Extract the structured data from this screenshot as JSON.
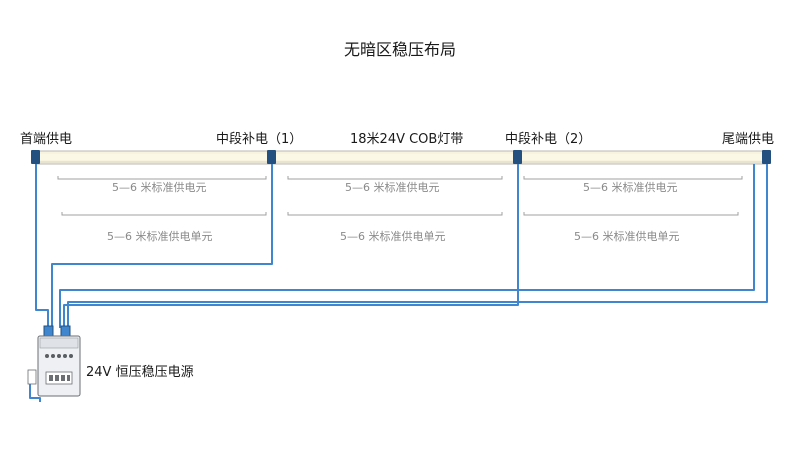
{
  "title": "无暗区稳压布局",
  "strip_label": "18米24V COB灯带",
  "nodes": {
    "head": "首端供电",
    "mid1": "中段补电（1）",
    "mid2": "中段补电（2）",
    "tail": "尾端供电"
  },
  "span_labels": {
    "unit": "5—6 米标准供电元",
    "supply_unit": "5—6 米标准供电单元"
  },
  "power_supply_label": "24V 恒压稳压电源",
  "colors": {
    "wire": "#3f86cf",
    "connector": "#23507e",
    "strip_glow": "#f4efc9",
    "bracket": "#9a9a9a"
  }
}
